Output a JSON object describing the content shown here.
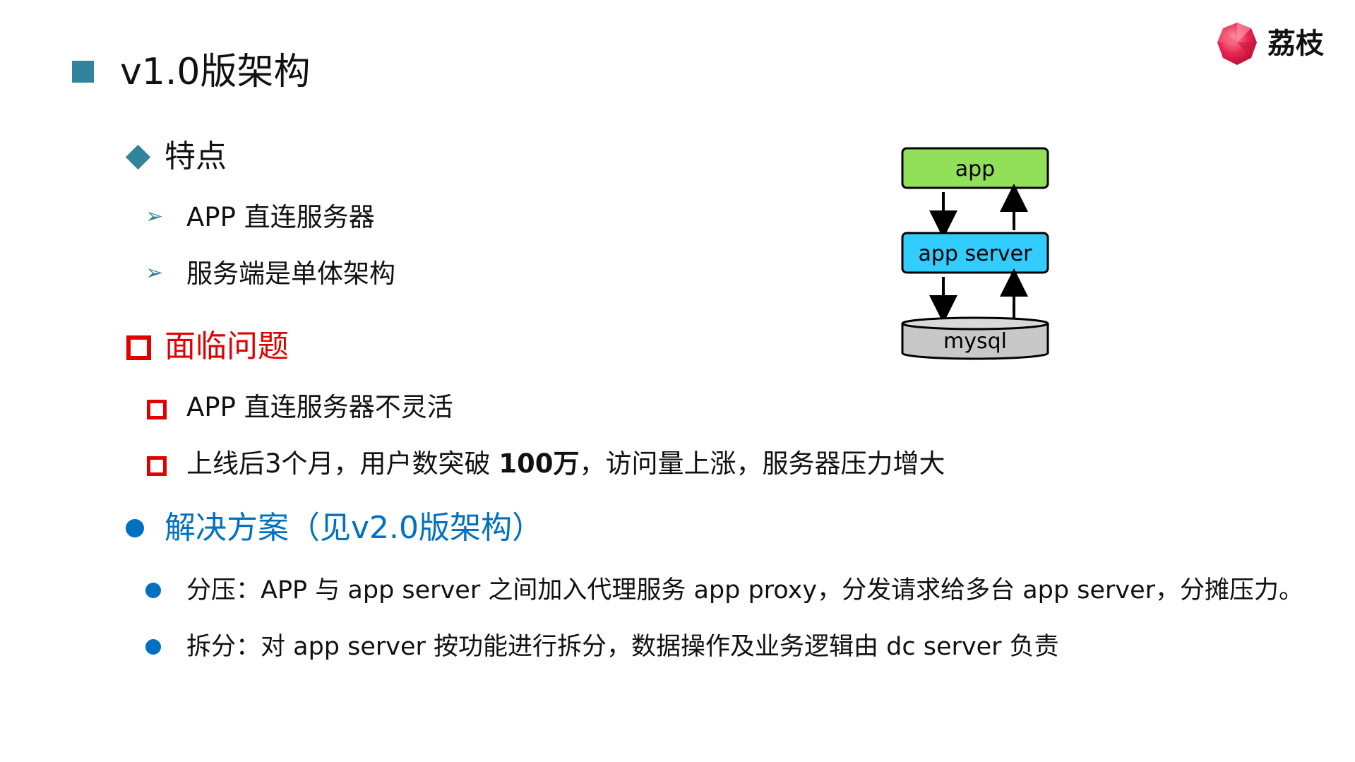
{
  "slide": {
    "title": "v1.0版架构",
    "logo_text": "荔枝"
  },
  "features": {
    "heading": "特点",
    "items": [
      "APP 直连服务器",
      "服务端是单体架构"
    ]
  },
  "problems": {
    "heading": "面临问题",
    "item1": "APP 直连服务器不灵活",
    "item2_pre": "上线后3个月，用户数突破 ",
    "item2_bold": "100万",
    "item2_post": "，访问量上涨，服务器压力增大"
  },
  "solution": {
    "heading": "解决方案（见v2.0版架构）",
    "items": [
      "分压：APP 与 app server 之间加入代理服务 app proxy，分发请求给多台 app server，分摊压力。",
      "拆分：对 app server 按功能进行拆分，数据操作及业务逻辑由 dc server 负责"
    ]
  },
  "diagram": {
    "nodes": [
      "app",
      "app server",
      "mysql"
    ],
    "colors": {
      "app": "#92e05a",
      "app_server": "#33ccff",
      "mysql": "#c8c8c8"
    }
  },
  "colors": {
    "accent_teal": "#31849b",
    "problem_red": "#e00000",
    "solution_blue": "#0070c0"
  }
}
